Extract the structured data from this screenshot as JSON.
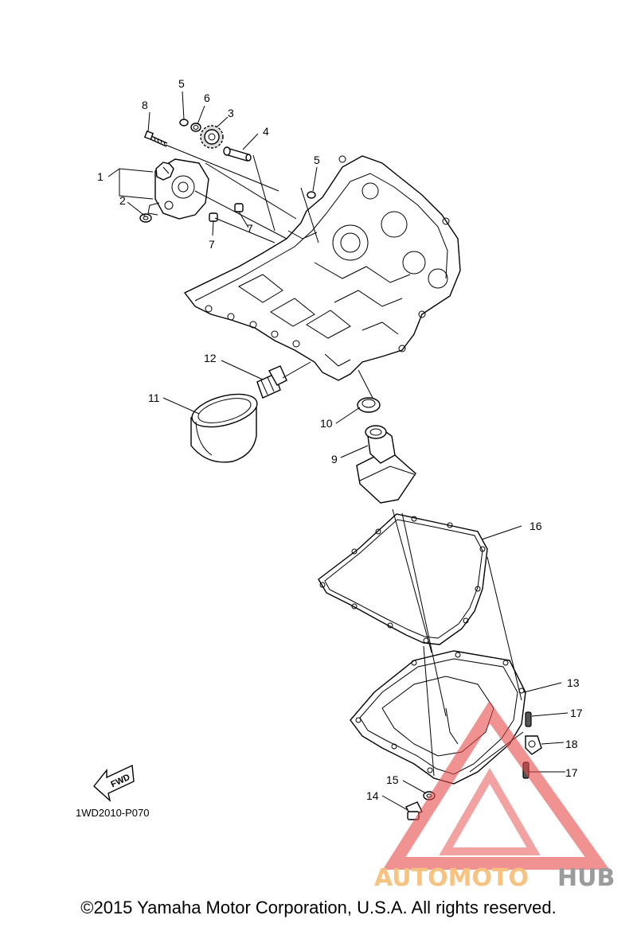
{
  "callouts": [
    {
      "id": "1",
      "text": "1"
    },
    {
      "id": "2",
      "text": "2"
    },
    {
      "id": "3",
      "text": "3"
    },
    {
      "id": "4",
      "text": "4"
    },
    {
      "id": "5a",
      "text": "5"
    },
    {
      "id": "5b",
      "text": "5"
    },
    {
      "id": "6",
      "text": "6"
    },
    {
      "id": "7a",
      "text": "7"
    },
    {
      "id": "7b",
      "text": "7"
    },
    {
      "id": "7c",
      "text": "7"
    },
    {
      "id": "8",
      "text": "8"
    },
    {
      "id": "9",
      "text": "9"
    },
    {
      "id": "10",
      "text": "10"
    },
    {
      "id": "11",
      "text": "11"
    },
    {
      "id": "12",
      "text": "12"
    },
    {
      "id": "13",
      "text": "13"
    },
    {
      "id": "14",
      "text": "14"
    },
    {
      "id": "15",
      "text": "15"
    },
    {
      "id": "16",
      "text": "16"
    },
    {
      "id": "17a",
      "text": "17"
    },
    {
      "id": "17b",
      "text": "17"
    },
    {
      "id": "18",
      "text": "18"
    }
  ],
  "fwd_label": "FWD",
  "diagram_code": "1WD2010-P070",
  "copyright": "©2015 Yamaha Motor Corporation, U.S.A. All rights reserved.",
  "watermark": {
    "part1": "AUTOMOTO",
    "part2": "HUB",
    "color_orange": "#f7b86a",
    "color_grey": "#8a8a8a",
    "color_red": "#e84a4a"
  }
}
